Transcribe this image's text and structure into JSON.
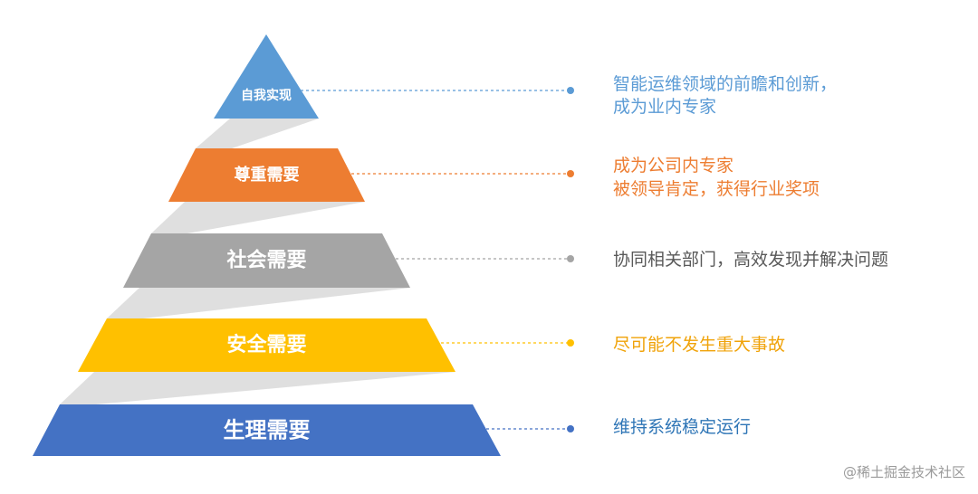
{
  "levels": [
    {
      "label": "自我实现",
      "color": "#5b9bd5",
      "desc": [
        "智能运维领域的前瞻和创新，",
        "成为业内专家"
      ],
      "desc_color": "#5b9bd5"
    },
    {
      "label": "尊重需要",
      "color": "#ed7d31",
      "desc": [
        "成为公司内专家",
        "被领导肯定，获得行业奖项"
      ],
      "desc_color": "#ed7d31"
    },
    {
      "label": "社会需要",
      "color": "#a5a5a5",
      "desc": [
        "协同相关部门，高效发现并解决问题"
      ],
      "desc_color": "#595959"
    },
    {
      "label": "安全需要",
      "color": "#ffc000",
      "desc": [
        "尽可能不发生重大事故"
      ],
      "desc_color": "#f0a30a"
    },
    {
      "label": "生理需要",
      "color": "#4472c4",
      "desc": [
        "维持系统稳定运行"
      ],
      "desc_color": "#2e75b6"
    }
  ],
  "watermark": "@稀土掘金技术社区"
}
